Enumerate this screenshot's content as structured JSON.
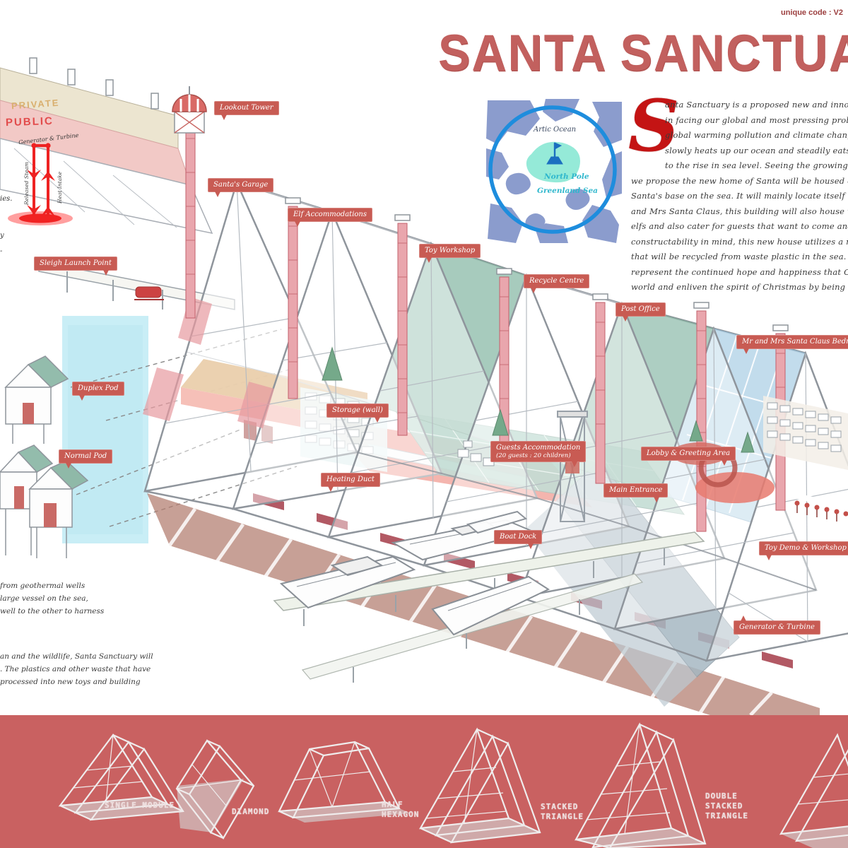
{
  "header": {
    "unique_code": "unique code : V2",
    "title": "SANTA SANCTUARY",
    "title_color": "#c2605e"
  },
  "map_inset": {
    "ocean_label": "Artic Ocean",
    "pole_label": "North Pole",
    "sea_label": "Greenland Sea",
    "circle_color": "#1e8ddd",
    "land_color": "#8b9ccd",
    "highlight_color": "#8fe9d6"
  },
  "intro_paragraph": {
    "drop_cap": "S",
    "lines": [
      "anta Sanctuary is a proposed new and innovative house f",
      "in facing our global and most pressing problems of our c",
      "global warming pollution and climate change. With such",
      "slowly heats up our ocean and steadily eats up the north p",
      "to the rise in sea level. Seeing the growing concerns of th",
      "we propose the new home of Santa will be housed on the ocean and",
      "Santa's base on the sea. It will mainly locate itself in the artic circle",
      "and Mrs Santa Claus, this building will also house workshops and",
      "elfs and also cater for guests that want to come and visit Santa Clau",
      "constructability in mind, this new house utilizes a modular construct",
      "that will be recycled from waste plastic in the sea. This new house h",
      "represent the continued hope and happiness that Christmas brings to",
      "world and enliven the spirit of Christmas by being a beacon of hope"
    ]
  },
  "zoning_legend": {
    "private_label": "PRIVATE",
    "public_label": "PUBLIC",
    "generator_label": "Generator & Turbine",
    "released_label": "Released Steam",
    "intake_label": "Heat Intake"
  },
  "left_fragments": {
    "f1": "ies.",
    "f2": "y",
    "f3": "-"
  },
  "left_notes": {
    "note1_lines": [
      "from geothermal wells",
      "large vessel on the sea,",
      "well to the other to harness"
    ],
    "note2_lines": [
      "an and the wildlife, Santa Sanctuary will",
      ". The plastics and other waste that have",
      "processed into new toys and building"
    ]
  },
  "callouts": [
    {
      "label": "Lookout Tower"
    },
    {
      "label": "Santa's Garage"
    },
    {
      "label": "Elf Accommodations"
    },
    {
      "label": "Toy Workshop"
    },
    {
      "label": "Recycle Centre"
    },
    {
      "label": "Post Office"
    },
    {
      "label": "Mr and Mrs Santa Claus Bedroom"
    },
    {
      "label": "Sleigh Launch Point"
    },
    {
      "label": "Duplex Pod"
    },
    {
      "label": "Storage (wall)"
    },
    {
      "label": "Normal Pod"
    },
    {
      "label": "Guests Accommodation",
      "sub": "(20 guests : 20 children)"
    },
    {
      "label": "Heating Duct"
    },
    {
      "label": "Lobby & Greeting Area"
    },
    {
      "label": "Main Entrance"
    },
    {
      "label": "Boat Dock"
    },
    {
      "label": "Toy Demo & Workshop"
    },
    {
      "label": "Generator & Turbine"
    }
  ],
  "modules_strip": {
    "background_color": "#c96161",
    "items": [
      {
        "lines": [
          "SINGLE MODULE"
        ]
      },
      {
        "lines": [
          "DIAMOND"
        ]
      },
      {
        "lines": [
          "HALF",
          "HEXAGON"
        ]
      },
      {
        "lines": [
          "STACKED",
          "TRIANGLE"
        ]
      },
      {
        "lines": [
          "DOUBLE",
          "STACKED",
          "TRIANGLE"
        ]
      }
    ]
  }
}
